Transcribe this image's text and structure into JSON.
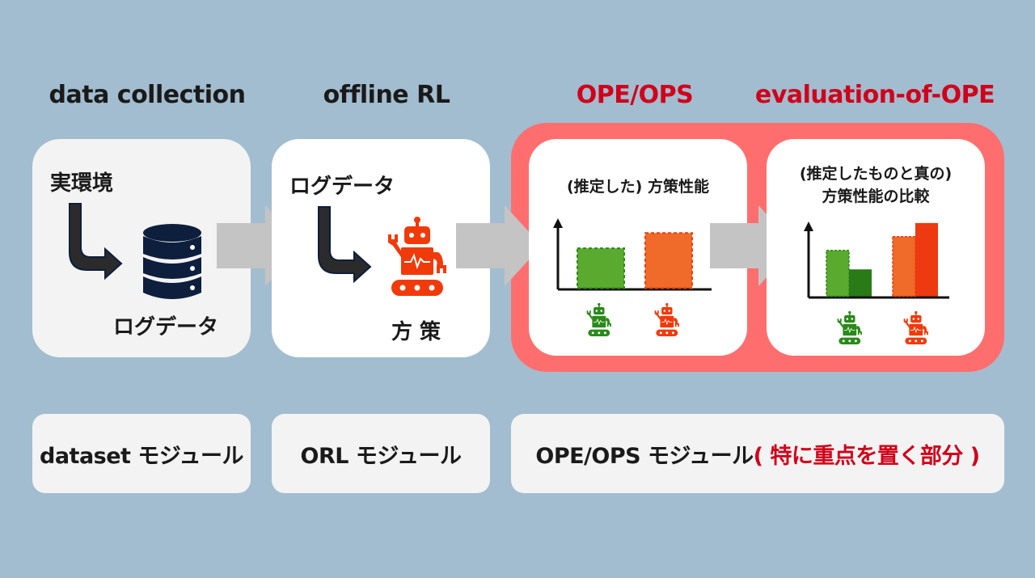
{
  "stages": [
    {
      "id": "data-collection",
      "title": "data collection",
      "highlight": false
    },
    {
      "id": "offline-rl",
      "title": "offline RL",
      "highlight": false
    },
    {
      "id": "ope-ops",
      "title": "OPE/OPS",
      "highlight": true
    },
    {
      "id": "evaluation-of-ope",
      "title": "evaluation-of-OPE",
      "highlight": true
    }
  ],
  "cards": {
    "data_collection": {
      "source_label": "実環境",
      "output_label": "ログデータ",
      "icon": "database-icon"
    },
    "offline_rl": {
      "source_label": "ログデータ",
      "output_label": "方 策",
      "icon": "robot-icon"
    },
    "ope_ops": {
      "title": "(推定した) 方策性能"
    },
    "evaluation_of_ope": {
      "title_line1": "(推定したものと真の)",
      "title_line2": "方策性能の比較"
    }
  },
  "modules": [
    {
      "label": "dataset モジュール"
    },
    {
      "label": "ORL モジュール"
    },
    {
      "label": "OPE/OPS モジュール",
      "emphasis": "( 特に重点を置く部分 )"
    }
  ],
  "colors": {
    "background": "#a2bdcf",
    "highlight": "#ff6e6e",
    "accent_red": "#d0021b",
    "robot_red": "#f03a0a",
    "robot_green": "#2a8a1a",
    "bar_green_est": "#5aaa30",
    "bar_green_true": "#2a7a18",
    "bar_orange_est": "#f06a2a",
    "bar_red_true": "#ee3a10",
    "database": "#0d1f3d",
    "flow_arrow": "#c4c4c4"
  },
  "chart_data": [
    {
      "type": "bar",
      "title": "(推定した) 方策性能",
      "categories": [
        "policy-green",
        "policy-red"
      ],
      "series": [
        {
          "name": "estimated",
          "values": [
            0.62,
            0.85
          ],
          "style": "dashed"
        }
      ],
      "ylim": [
        0,
        1
      ],
      "grid": false,
      "legend": "none"
    },
    {
      "type": "bar",
      "title": "(推定したものと真の) 方策性能の比較",
      "categories": [
        "policy-green",
        "policy-red"
      ],
      "series": [
        {
          "name": "estimated",
          "values": [
            0.62,
            0.8
          ],
          "style": "dashed"
        },
        {
          "name": "true",
          "values": [
            0.37,
            0.98
          ],
          "style": "solid"
        }
      ],
      "ylim": [
        0,
        1
      ],
      "grid": false,
      "legend": "none"
    }
  ]
}
